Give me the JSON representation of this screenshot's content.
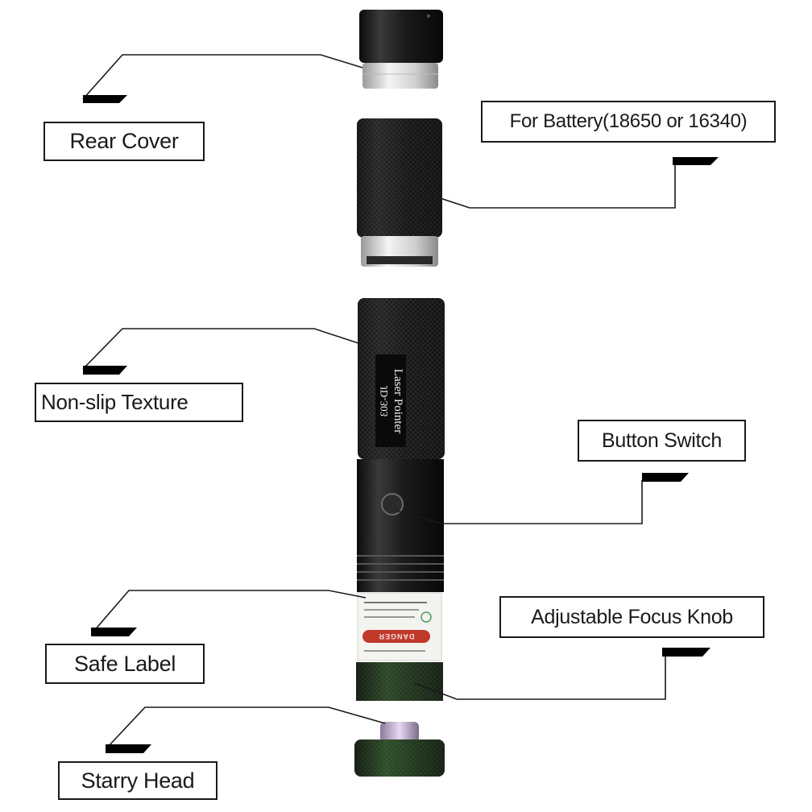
{
  "labels": {
    "rear_cover": "Rear Cover",
    "battery": "For Battery(18650 or 16340)",
    "non_slip": "Non-slip Texture",
    "button_switch": "Button Switch",
    "focus_knob": "Adjustable Focus Knob",
    "safe_label": "Safe Label",
    "starry_head": "Starry Head"
  },
  "device": {
    "brand_label_line1": "Laser Pointer",
    "brand_label_line2": "JD-303",
    "warning_text": "DANGER"
  },
  "colors": {
    "body": "#1c1c1c",
    "focus_head": "#243b1f",
    "starry_head": "#2f5a28",
    "danger": "#c0392b",
    "line": "#1a1a1a"
  }
}
